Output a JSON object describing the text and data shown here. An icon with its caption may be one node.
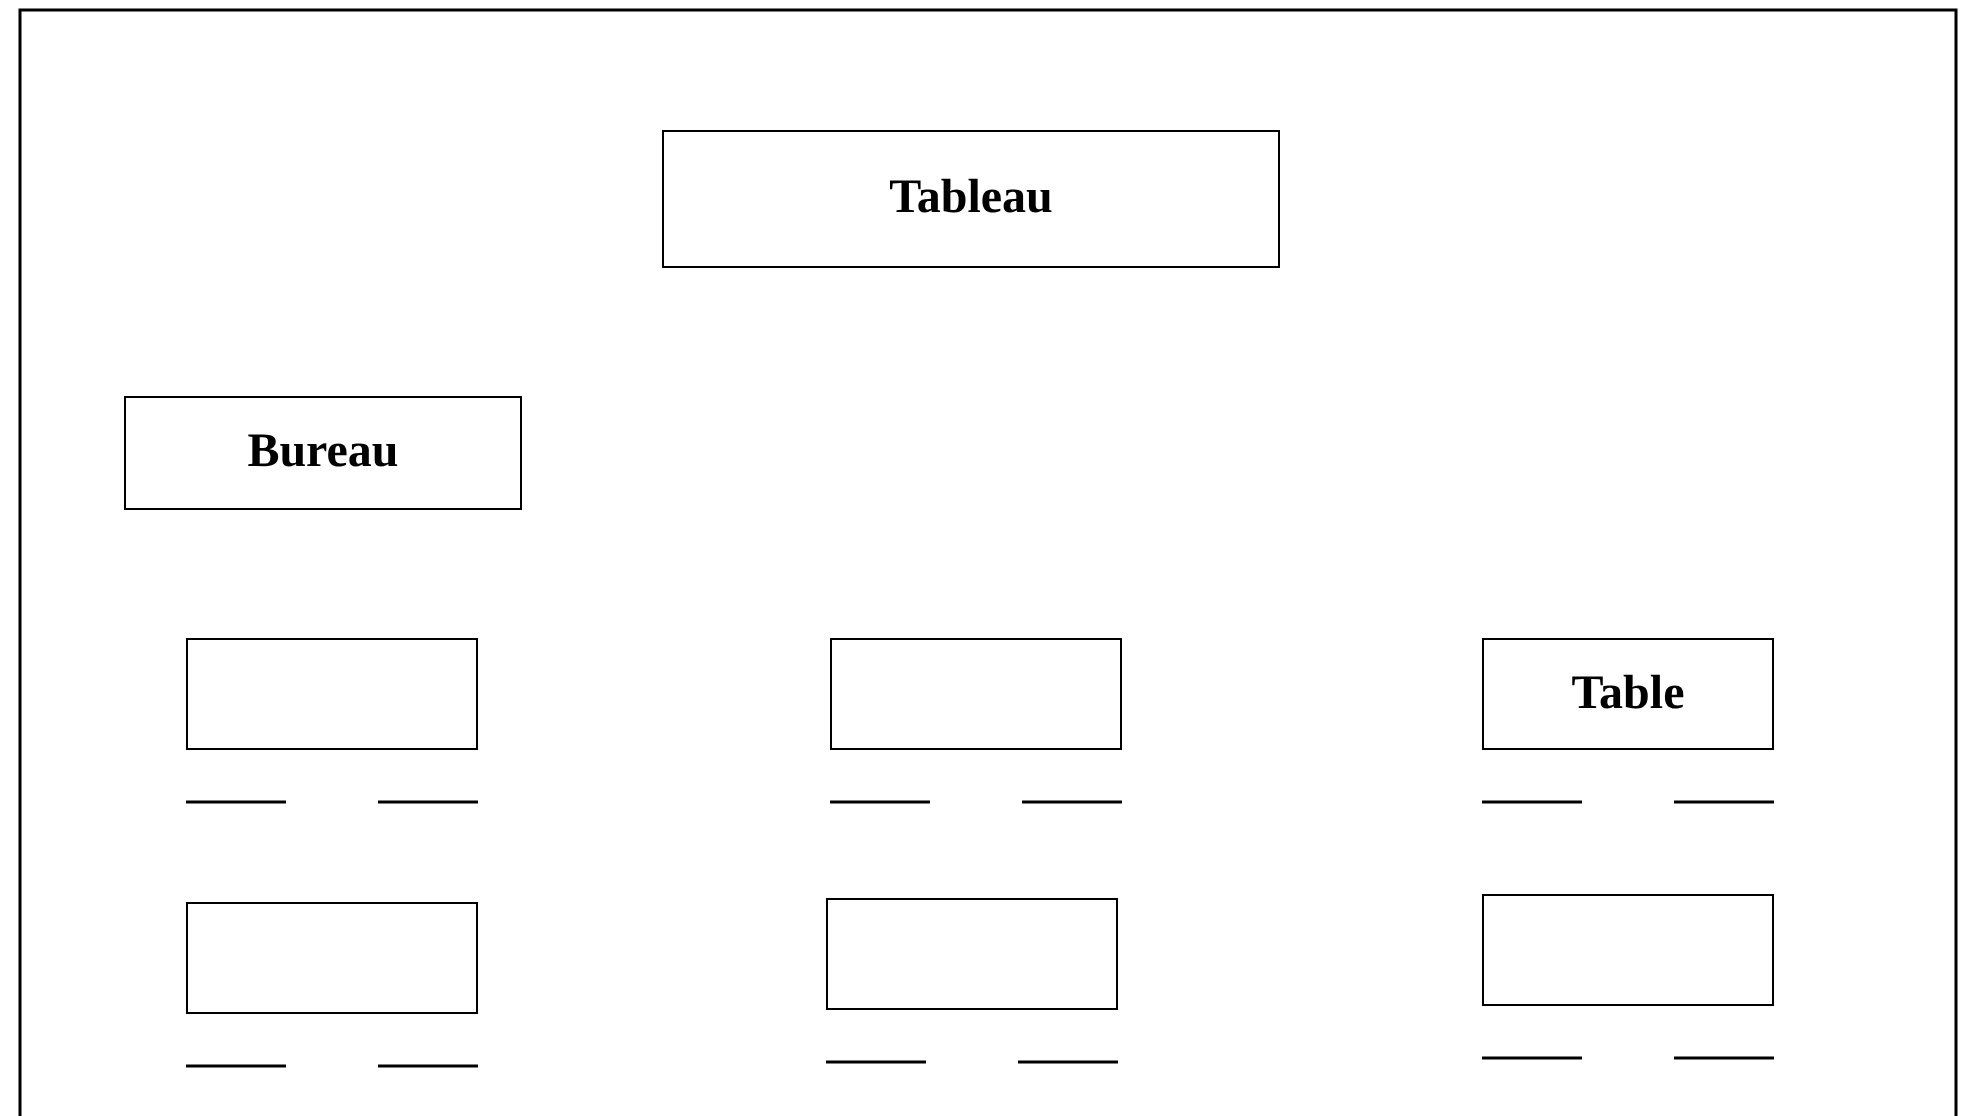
{
  "diagram": {
    "nodes": [
      {
        "text": [
          "Tableau"
        ]
      },
      {
        "text": [
          "Bureau"
        ]
      },
      {
        "text": [],
        "shape": "box"
      },
      {
        "text": [],
        "shape": "box"
      },
      {
        "text": [
          "Table"
        ]
      },
      {
        "text": [],
        "shape": "box"
      },
      {
        "text": [],
        "shape": "box"
      },
      {
        "text": [],
        "shape": "box"
      }
    ],
    "edges": []
  }
}
